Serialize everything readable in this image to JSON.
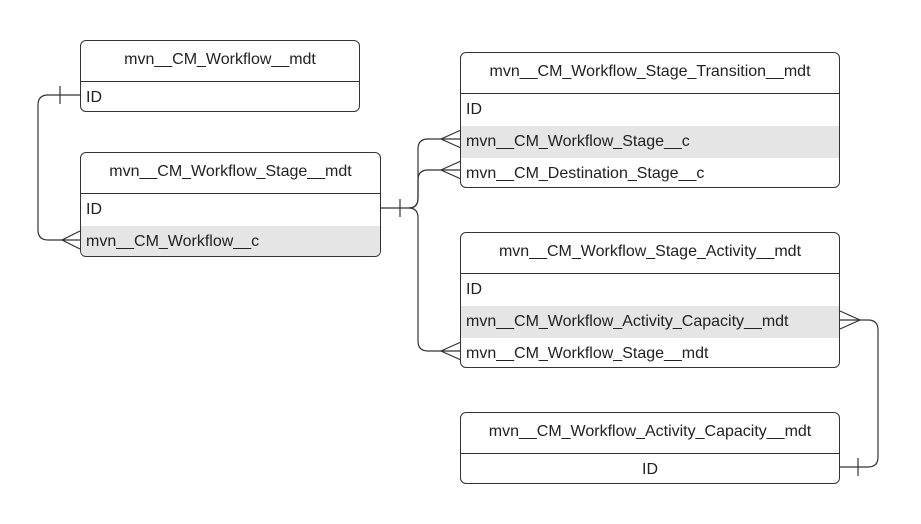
{
  "entities": {
    "workflow": {
      "title": "mvn__CM_Workflow__mdt",
      "fields": [
        "ID"
      ]
    },
    "stage": {
      "title": "mvn__CM_Workflow_Stage__mdt",
      "fields": [
        "ID",
        "mvn__CM_Workflow__c"
      ]
    },
    "transition": {
      "title": "mvn__CM_Workflow_Stage_Transition__mdt",
      "fields": [
        "ID",
        "mvn__CM_Workflow_Stage__c",
        "mvn__CM_Destination_Stage__c"
      ]
    },
    "activity": {
      "title": "mvn__CM_Workflow_Stage_Activity__mdt",
      "fields": [
        "ID",
        "mvn__CM_Workflow_Activity_Capacity__mdt",
        "mvn__CM_Workflow_Stage__mdt"
      ]
    },
    "capacity": {
      "title": "mvn__CM_Workflow_Activity_Capacity__mdt",
      "fields": [
        "ID"
      ]
    }
  },
  "relationships": [
    {
      "from": "workflow.ID",
      "to": "stage.mvn__CM_Workflow__c",
      "type": "one-to-many"
    },
    {
      "from": "stage.ID",
      "to": "transition.mvn__CM_Workflow_Stage__c",
      "type": "one-to-many"
    },
    {
      "from": "stage.ID",
      "to": "transition.mvn__CM_Destination_Stage__c",
      "type": "one-to-many"
    },
    {
      "from": "stage.ID",
      "to": "activity.mvn__CM_Workflow_Stage__mdt",
      "type": "one-to-many"
    },
    {
      "from": "capacity.ID",
      "to": "activity.mvn__CM_Workflow_Activity_Capacity__mdt",
      "type": "one-to-many"
    }
  ],
  "colors": {
    "border": "#333333",
    "highlight_row": "#e5e5e5",
    "background": "#ffffff"
  }
}
